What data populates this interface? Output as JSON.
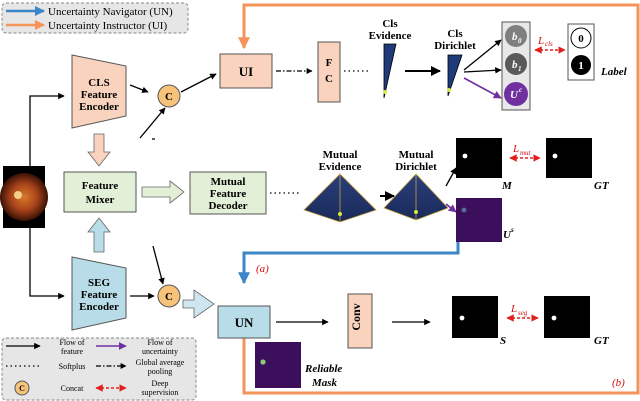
{
  "legend_top": {
    "un": "Uncertainty Navigator (UN)",
    "ui": "Uncertainty Instructor (UI)"
  },
  "encoders": {
    "cls": [
      "CLS",
      "Feature",
      "Encoder"
    ],
    "seg": [
      "SEG",
      "Feature",
      "Encoder"
    ]
  },
  "mixer": [
    "Feature",
    "Mixer"
  ],
  "mfd": [
    "Mutual",
    "Feature",
    "Decoder"
  ],
  "blocks": {
    "concat": "C",
    "ui": "UI",
    "un": "UN",
    "fc": [
      "F",
      "C"
    ],
    "conv": "Conv"
  },
  "cls_branch": {
    "evidence": [
      "Cls",
      "Evidence"
    ],
    "dirichlet": [
      "Cls",
      "Dirichlet"
    ],
    "b0": "b",
    "b0_sub": "0",
    "b1": "b",
    "b1_sub": "1",
    "uc": "U",
    "uc_sup": "c",
    "label0": "0",
    "label1": "1",
    "label_caption": "Label",
    "loss": "L",
    "loss_sub": "cls"
  },
  "mutual_branch": {
    "evidence": [
      "Mutual",
      "Evidence"
    ],
    "dirichlet": [
      "Mutual",
      "Dirichlet"
    ],
    "m": "M",
    "gt": "GT",
    "us": "U",
    "us_sup": "s",
    "loss": "L",
    "loss_sub": "mut"
  },
  "seg_branch": {
    "s": "S",
    "gt": "GT",
    "loss": "L",
    "loss_sub": "seg",
    "reliable_mask": [
      "Reliable",
      "Mask"
    ]
  },
  "panel_labels": {
    "a": "(a)",
    "b": "(b)"
  },
  "legend_bottom": {
    "flow_feature": [
      "Flow of",
      "feature"
    ],
    "flow_uncertainty": [
      "Flow of",
      "uncertainty"
    ],
    "softplus": "Softplus",
    "gap": [
      "Global average",
      "pooling"
    ],
    "concat_icon": "C",
    "concat": "Concat",
    "deep_sup": [
      "Deep",
      "supervision"
    ]
  },
  "colors": {
    "orange_border": "#f4935a",
    "blue_arrow": "#3d86c6",
    "block_fill": "#f8d0b8",
    "concat_fill": "#f7c27a",
    "mixer_fill": "#e3f0d8",
    "encoder_blue": "#b9dde8",
    "purple": "#7030a0",
    "red_dash": "#e0201c"
  }
}
